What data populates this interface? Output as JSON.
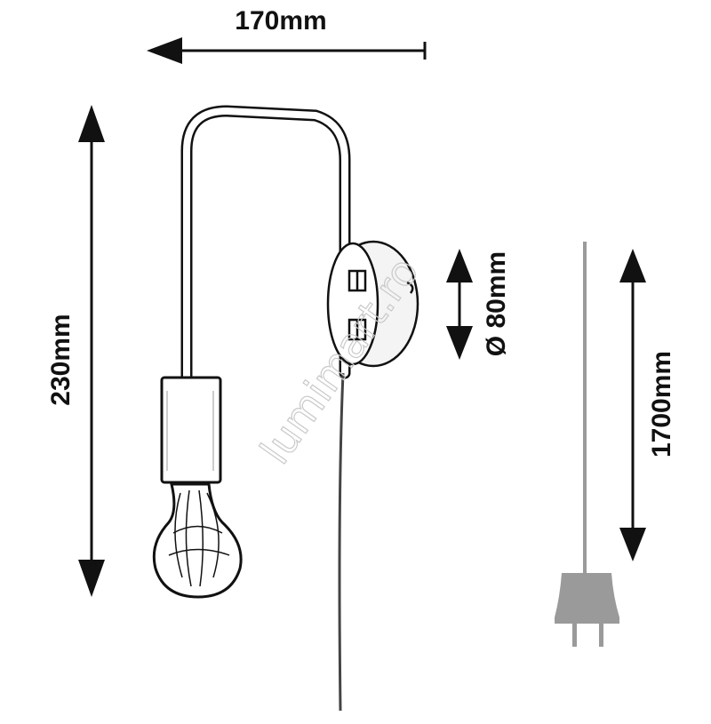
{
  "dimensions": {
    "width": "170mm",
    "height": "230mm",
    "base_diameter": "Ø 80mm",
    "cable_length": "1700mm"
  },
  "watermark": "lumimart.ro",
  "colors": {
    "line": "#111111",
    "cable": "#444444",
    "plug": "#9a9a9a",
    "watermark": "#c9c9c9"
  }
}
